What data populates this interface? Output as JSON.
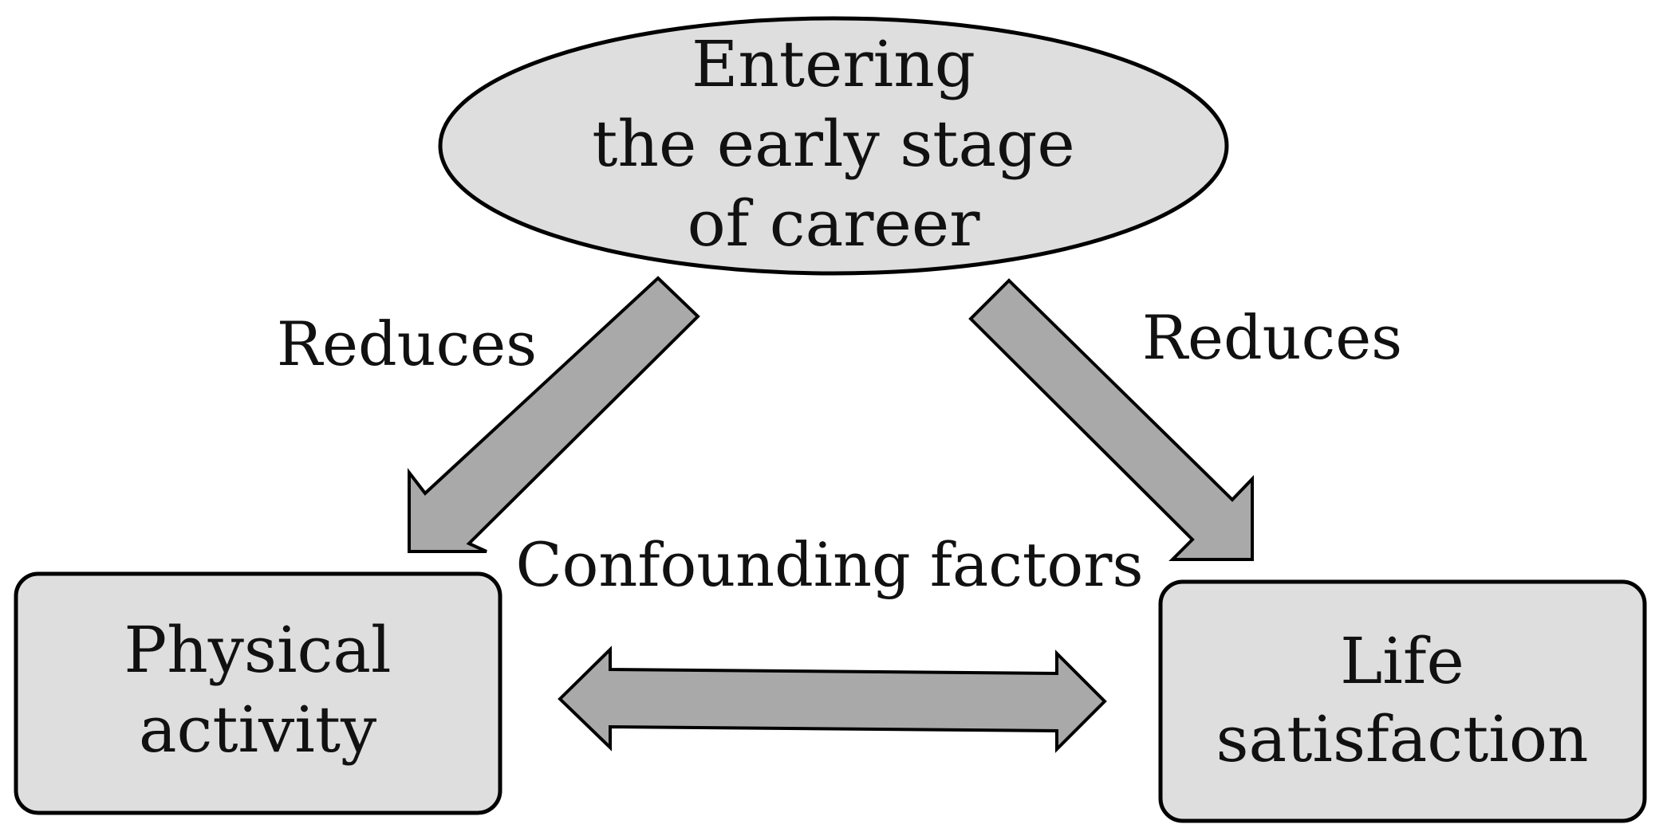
{
  "diagram": {
    "top_node": {
      "lines": [
        "Entering",
        "the early stage",
        "of career"
      ]
    },
    "left_node": {
      "lines": [
        "Physical",
        "activity"
      ]
    },
    "right_node": {
      "lines": [
        "Life",
        "satisfaction"
      ]
    },
    "left_arrow_label": "Reduces",
    "right_arrow_label": "Reduces",
    "middle_label": "Confounding factors"
  },
  "colors": {
    "node_fill": "#dedede",
    "arrow_fill": "#a9a9a9",
    "outline": "#000000",
    "text": "#111111",
    "background": "#ffffff"
  }
}
